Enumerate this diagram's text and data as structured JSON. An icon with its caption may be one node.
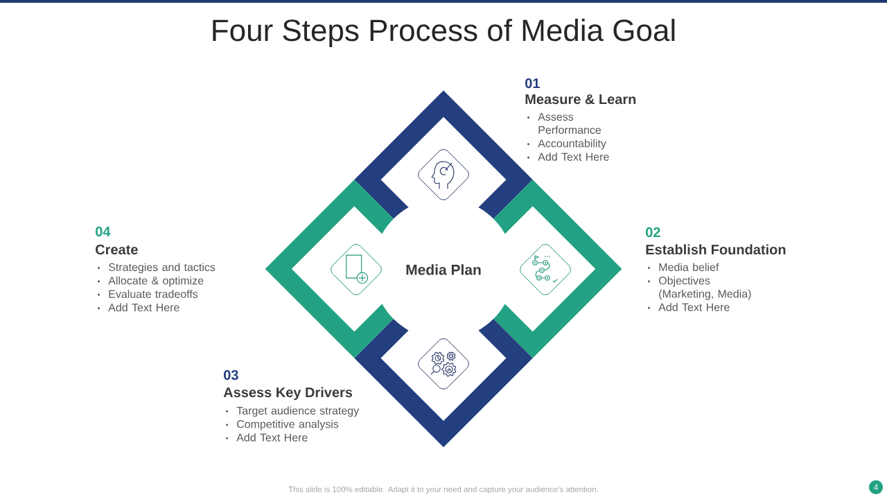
{
  "diagram": {
    "title": "Four Steps Process of Media Goal",
    "nodes": [
      {
        "text": [
          "01",
          "Measure & Learn",
          "Assess Performance",
          "Accountability",
          "Add Text Here"
        ]
      },
      {
        "text": [
          "02",
          "Establish Foundation",
          "Media belief",
          "Objectives (Marketing, Media)",
          "Add Text Here"
        ]
      },
      {
        "text": [
          "03",
          "Assess Key Drivers",
          "Target audience strategy",
          "Competitive analysis",
          "Add Text Here"
        ]
      },
      {
        "text": [
          "04",
          "Create",
          "Strategies and tactics",
          "Allocate & optimize",
          "Evaluate tradeoffs",
          "Add Text Here"
        ]
      },
      {
        "text": [
          "4"
        ]
      }
    ],
    "labels": [
      "Media Plan",
      "This slide is 100% editable. Adapt it to your need and capture your audience’s attention."
    ]
  }
}
